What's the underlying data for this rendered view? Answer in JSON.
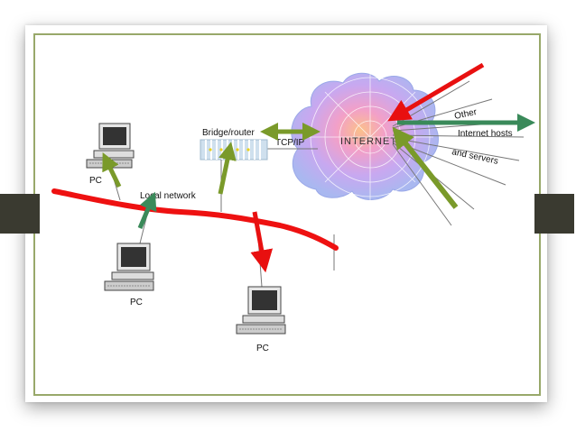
{
  "labels": {
    "bridge_router": "Bridge/router",
    "tcp_ip": "TCP/IP",
    "internet": "INTERNET",
    "other": "Other",
    "internet_hosts": "Internet hosts",
    "and_servers": "and servers",
    "local_network": "Local network",
    "pc": "PC"
  },
  "colors": {
    "frame_border": "#98a86a",
    "tab": "#3a3a30",
    "local_network_line": "#ee1111",
    "arrow_red": "#e81010",
    "arrow_green": "#7a9a2a",
    "arrow_teal": "#3a8a5a",
    "cloud": "#a9b8f0",
    "cloud_core": "#f2a0c8"
  }
}
